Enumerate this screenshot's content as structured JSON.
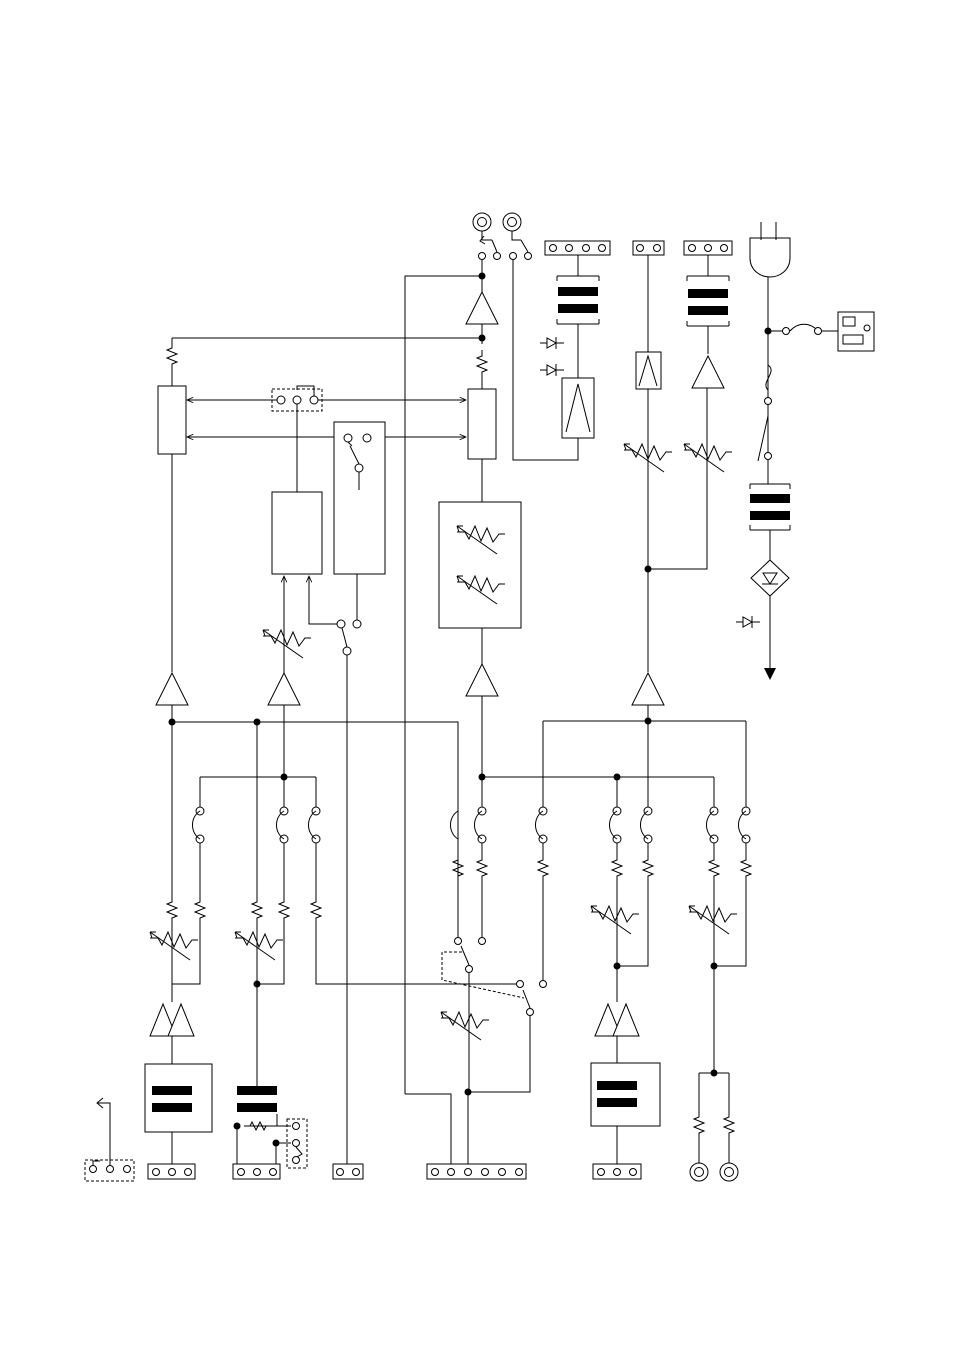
{
  "diagram": {
    "kind": "block-schematic",
    "labels": [],
    "colors": {
      "line": "#000000",
      "background": "#ffffff"
    },
    "symbols": [
      "resistor",
      "variable-resistor",
      "amplifier",
      "switch",
      "transformer",
      "diode",
      "jack",
      "connector",
      "mains-plug",
      "outlet",
      "bridge-rectifier",
      "ground-arrow"
    ]
  }
}
